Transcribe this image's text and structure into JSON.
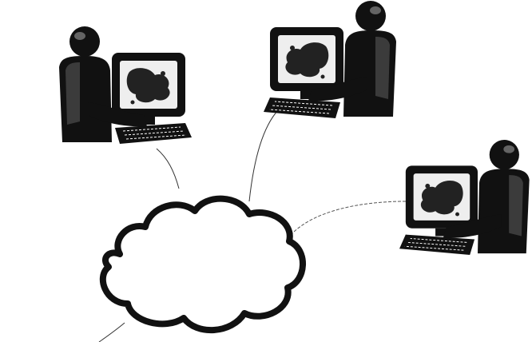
{
  "diagram": {
    "type": "network-cloud",
    "background_color": "#ffffff",
    "ink_color": "#111111",
    "nodes": [
      {
        "id": "user-workstation-1",
        "icon": "user-at-computer-icon",
        "facing": "right"
      },
      {
        "id": "user-workstation-2",
        "icon": "user-at-computer-icon",
        "facing": "left"
      },
      {
        "id": "user-workstation-3",
        "icon": "user-at-computer-icon",
        "facing": "left"
      }
    ],
    "hub": {
      "id": "network-cloud",
      "icon": "cloud-icon"
    },
    "connections": [
      {
        "from": "user-workstation-1",
        "to": "network-cloud"
      },
      {
        "from": "user-workstation-2",
        "to": "network-cloud"
      },
      {
        "from": "user-workstation-3",
        "to": "network-cloud"
      },
      {
        "from": "network-cloud",
        "to": "offscreen-bottom-left"
      }
    ]
  }
}
